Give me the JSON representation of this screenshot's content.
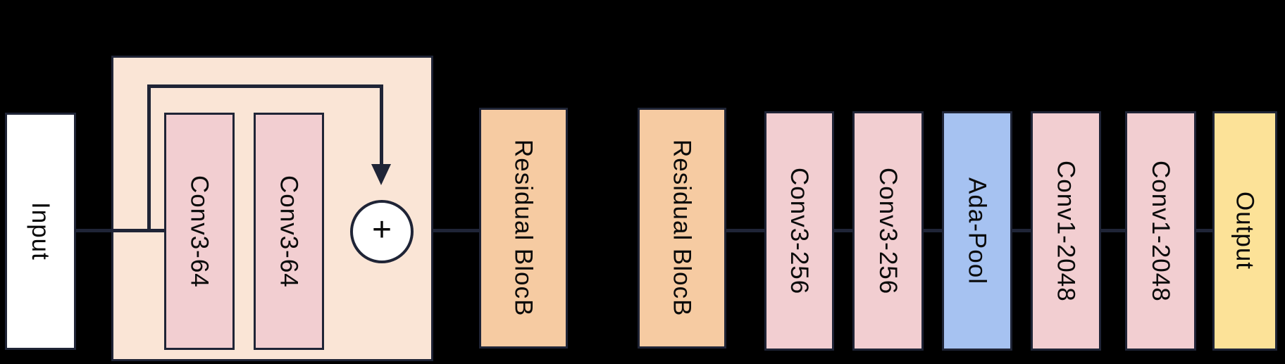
{
  "diagram": {
    "background_color": "#000000",
    "line_color": "#1F2436",
    "residual_detail_container_color": "#FAE5D6",
    "add_label": "+",
    "nodes": {
      "input": {
        "label": "Input",
        "color": "#FFFFFF"
      },
      "conv64_1": {
        "label": "Conv3-64",
        "color": "#F2CED1"
      },
      "conv64_2": {
        "label": "Conv3-64",
        "color": "#F2CED1"
      },
      "residual_1": {
        "label": "Residual BlocB",
        "color": "#F6CBA2"
      },
      "residual_2": {
        "label": "Residual BlocB",
        "color": "#F6CBA2"
      },
      "conv256_1": {
        "label": "Conv3-256",
        "color": "#F2CED1"
      },
      "conv256_2": {
        "label": "Conv3-256",
        "color": "#F2CED1"
      },
      "adapool": {
        "label": "Ada-Pool",
        "color": "#A6C2F1"
      },
      "conv2048_1": {
        "label": "Conv1-2048",
        "color": "#F2CED1"
      },
      "conv2048_2": {
        "label": "Conv1-2048",
        "color": "#F2CED1"
      },
      "output": {
        "label": "Output",
        "color": "#FCE298"
      }
    }
  }
}
